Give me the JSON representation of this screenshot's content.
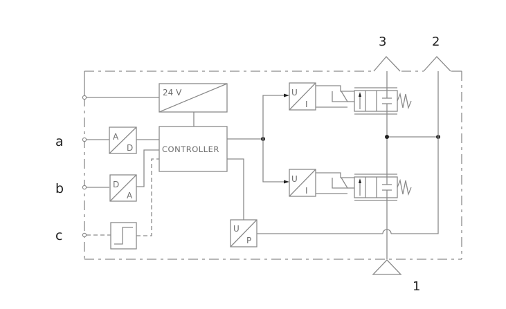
{
  "diagram": {
    "title": "Proportional pressure valve control block diagram",
    "inputs": [
      {
        "id": "a",
        "label": "a"
      },
      {
        "id": "b",
        "label": "b"
      },
      {
        "id": "c",
        "label": "c"
      }
    ],
    "blocks": {
      "power_supply": {
        "label": "24 V"
      },
      "controller": {
        "label": "CONTROLLER"
      },
      "ad_converter": {
        "top": "A",
        "bottom": "D"
      },
      "da_converter": {
        "top": "D",
        "bottom": "A"
      },
      "switch": {
        "label": "threshold switch"
      },
      "ui_converter_1": {
        "top": "U",
        "bottom": "I"
      },
      "ui_converter_2": {
        "top": "U",
        "bottom": "I"
      },
      "up_converter": {
        "top": "U",
        "bottom": "P"
      }
    },
    "ports": [
      {
        "id": "3",
        "label": "3"
      },
      {
        "id": "2",
        "label": "2"
      },
      {
        "id": "1",
        "label": "1"
      }
    ]
  }
}
